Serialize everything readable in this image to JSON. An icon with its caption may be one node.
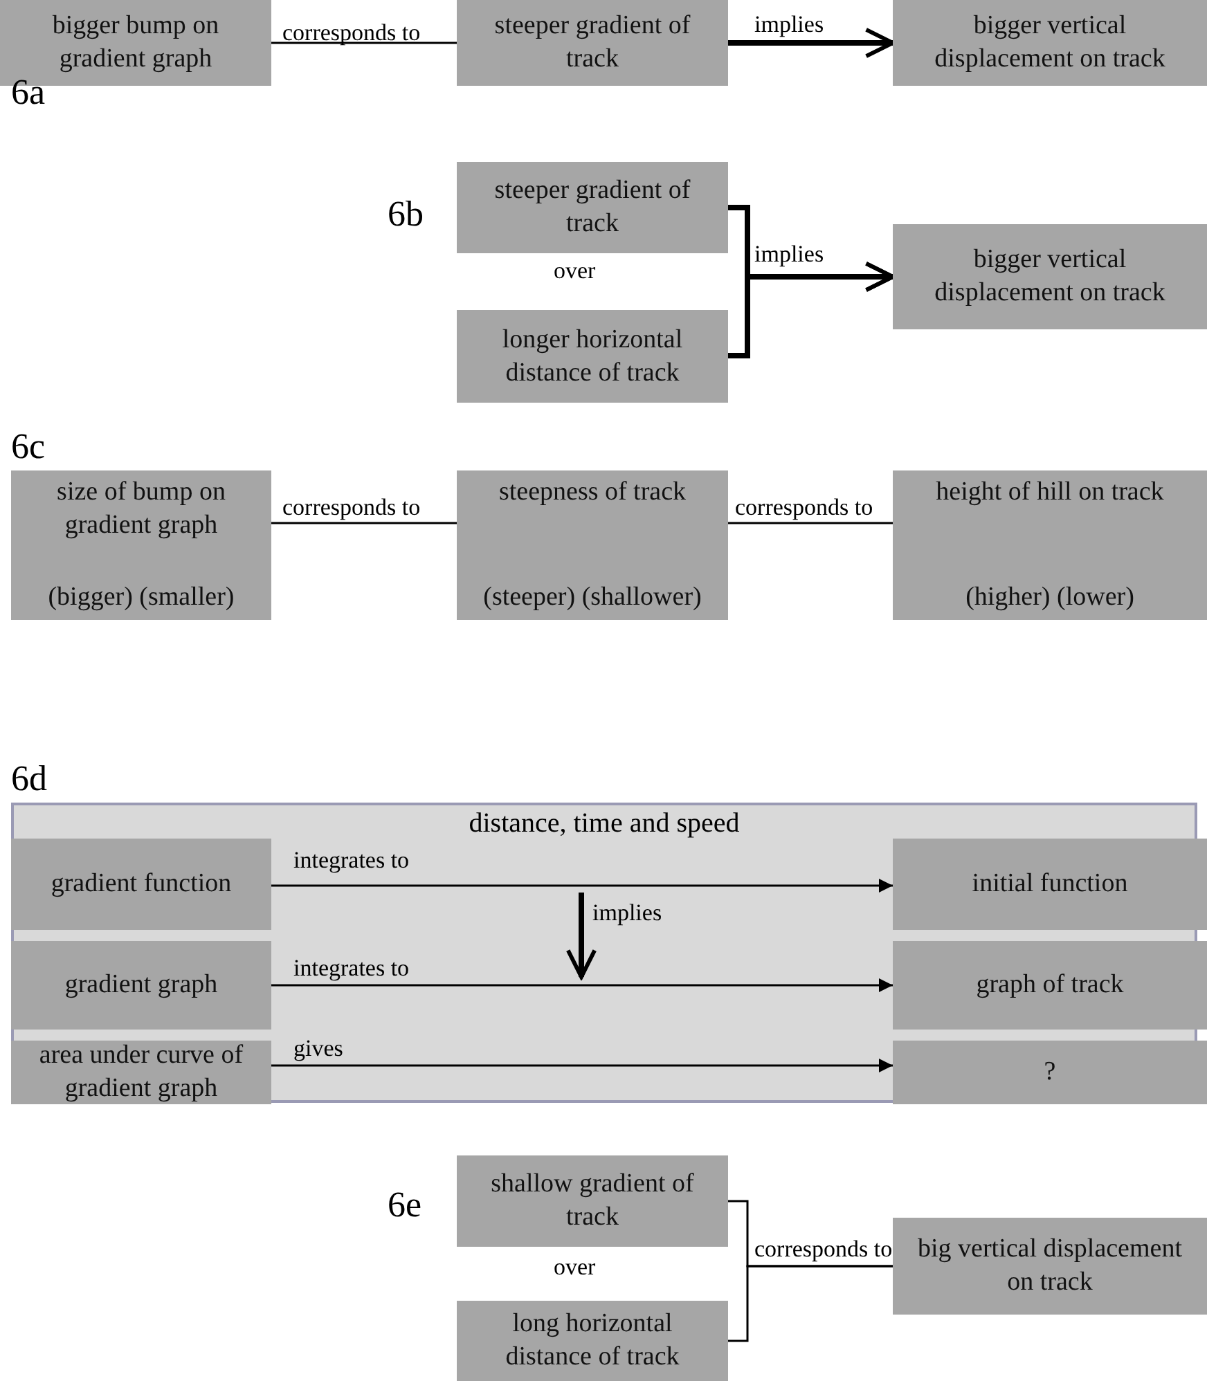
{
  "diagram": {
    "nodes": [
      {
        "text": [
          "bigger bump on gradient graph"
        ]
      },
      {
        "text": [
          "steeper gradient of track"
        ]
      },
      {
        "text": [
          "bigger vertical displacement on track"
        ]
      },
      {
        "text": [
          "steeper gradient of track"
        ]
      },
      {
        "text": [
          "longer horizontal distance of track"
        ]
      },
      {
        "text": [
          "bigger vertical displacement on track"
        ]
      },
      {
        "text": [
          "size of bump on gradient graph",
          "(bigger) (smaller)"
        ]
      },
      {
        "text": [
          "steepness of track",
          "(steeper) (shallower)"
        ]
      },
      {
        "text": [
          "height of hill on track",
          "(higher) (lower)"
        ]
      },
      {
        "text": [
          "distance, time and speed"
        ]
      },
      {
        "text": [
          "gradient function"
        ],
        "in": 9
      },
      {
        "text": [
          "initial function"
        ],
        "in": 9
      },
      {
        "text": [
          "gradient graph"
        ],
        "in": 9
      },
      {
        "text": [
          "graph of track"
        ],
        "in": 9
      },
      {
        "text": [
          "area under curve of gradient graph"
        ],
        "in": 9
      },
      {
        "text": [
          "?"
        ],
        "in": 9
      },
      {
        "text": [
          "shallow gradient of track"
        ]
      },
      {
        "text": [
          "long horizontal distance of track"
        ]
      },
      {
        "text": [
          "big vertical displacement on track"
        ]
      }
    ],
    "edges": [
      {
        "from": 0,
        "to": 1,
        "arrow": "none",
        "label": "corresponds to"
      },
      {
        "from": 1,
        "to": 2,
        "arrow": "to",
        "label": "implies",
        "style": "thick"
      },
      {
        "from": 3,
        "to": 5,
        "arrow": "to",
        "label": "implies",
        "style": "thick"
      },
      {
        "from": 4,
        "to": 5,
        "arrow": "to",
        "style": "thick"
      },
      {
        "from": 6,
        "to": 7,
        "arrow": "none",
        "label": "corresponds to"
      },
      {
        "from": 7,
        "to": 8,
        "arrow": "none",
        "label": "corresponds to"
      },
      {
        "from": 10,
        "to": 11,
        "arrow": "to",
        "label": "integrates to"
      },
      {
        "from": 12,
        "to": 13,
        "arrow": "to",
        "label": "integrates to"
      },
      {
        "from": 14,
        "to": 15,
        "arrow": "to",
        "label": "gives"
      },
      {
        "from": 16,
        "to": 18,
        "arrow": "none",
        "label": "corresponds to"
      },
      {
        "from": 17,
        "to": 18,
        "arrow": "none"
      }
    ],
    "labels": [
      "6a",
      "6b",
      "over",
      "6c",
      "6d",
      "implies",
      "6e",
      "over"
    ]
  }
}
